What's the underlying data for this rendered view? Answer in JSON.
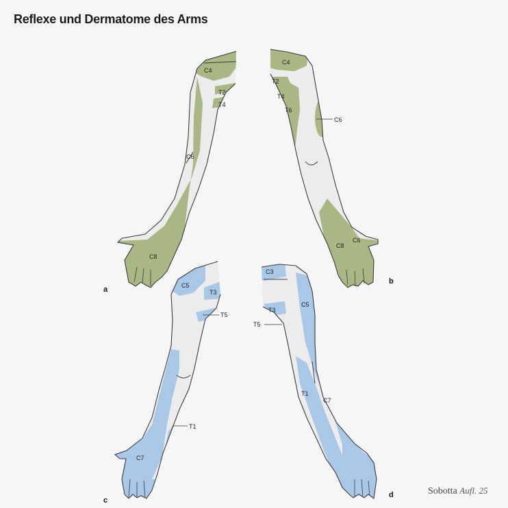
{
  "title": "Reflexe und Dermatome des Arms",
  "panels": {
    "a": "a",
    "b": "b",
    "c": "c",
    "d": "d"
  },
  "colors": {
    "green": "#a9b784",
    "blue": "#a9c8e8",
    "skin": "#ececec",
    "outline": "#3a3a3a"
  },
  "labels": {
    "a": {
      "c4": "C4",
      "t2": "T2",
      "t4": "T4",
      "c6": "C6",
      "c8": "C8"
    },
    "b": {
      "c4": "C4",
      "t2": "T2",
      "t4": "T4",
      "t6": "T6",
      "c6_arm": "C6",
      "c8": "C8",
      "c6_hand": "C6"
    },
    "c": {
      "c5": "C5",
      "t3": "T3",
      "t5": "T5",
      "t1": "T1",
      "c7": "C7"
    },
    "d": {
      "c3": "C3",
      "c5": "C5",
      "t3": "T3",
      "t5": "T5",
      "t1": "T1",
      "c7": "C7"
    }
  },
  "credit": {
    "name": "Sobotta",
    "edition": "Aufl. 25"
  }
}
